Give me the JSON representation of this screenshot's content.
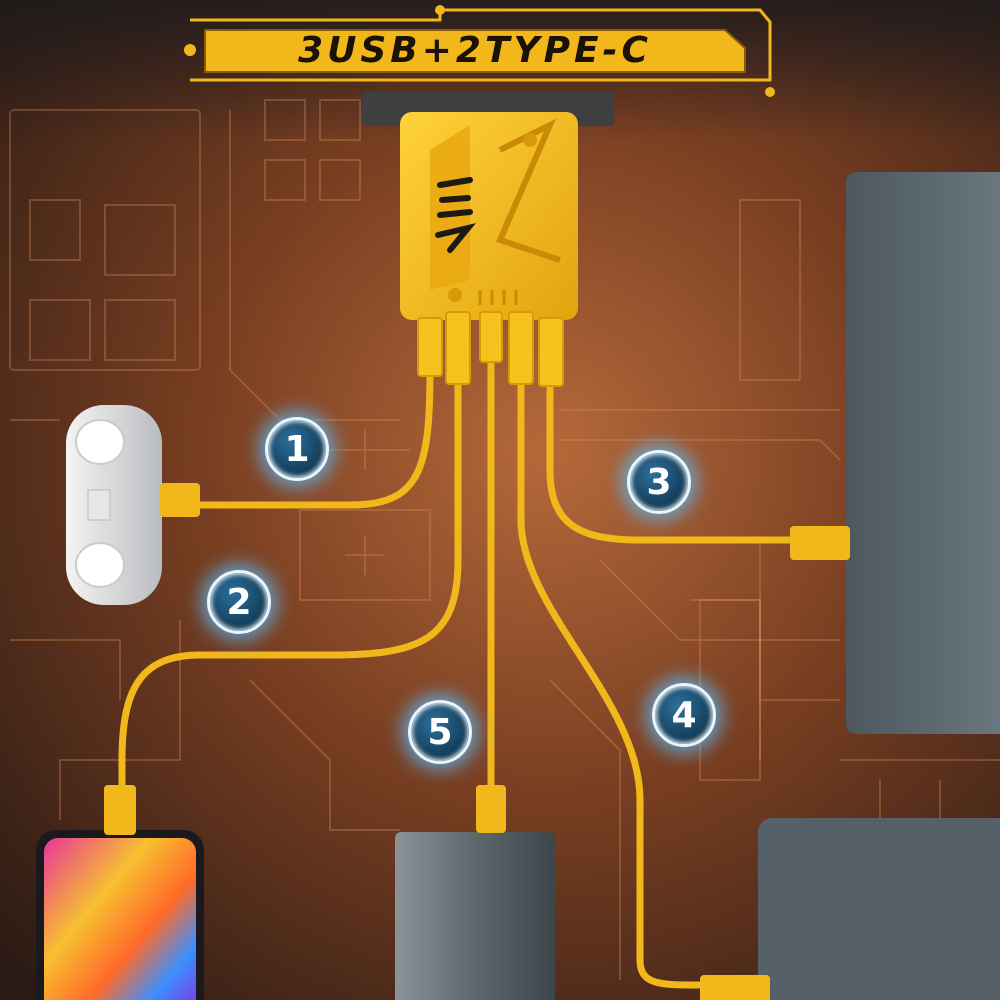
{
  "banner": {
    "text": "3USB+2TYPE-C"
  },
  "port_labels": [
    "1",
    "2",
    "3",
    "4",
    "5"
  ],
  "colors": {
    "accent_yellow": "#f2b71a",
    "board_copper": "#8a4a26",
    "device_gray": "#5d6870",
    "badge_glow": "#5abeff"
  }
}
